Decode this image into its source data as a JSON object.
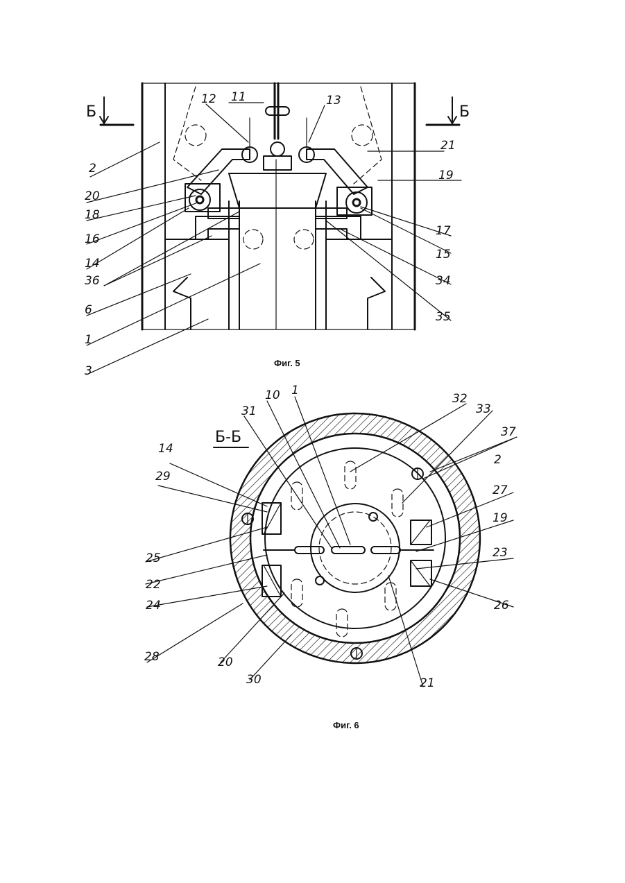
{
  "fig5": {
    "caption": "Фиг. 5",
    "section_mark": "Б",
    "labels": [
      "11",
      "12",
      "13",
      "2",
      "21",
      "20",
      "19",
      "18",
      "16",
      "14",
      "36",
      "17",
      "15",
      "34",
      "35",
      "6",
      "1",
      "3"
    ]
  },
  "fig6": {
    "caption": "Фиг. 6",
    "section_title": "Б-Б",
    "labels": [
      "10",
      "1",
      "31",
      "32",
      "33",
      "37",
      "2",
      "14",
      "29",
      "27",
      "19",
      "25",
      "23",
      "22",
      "24",
      "26",
      "28",
      "20",
      "30",
      "21"
    ]
  }
}
